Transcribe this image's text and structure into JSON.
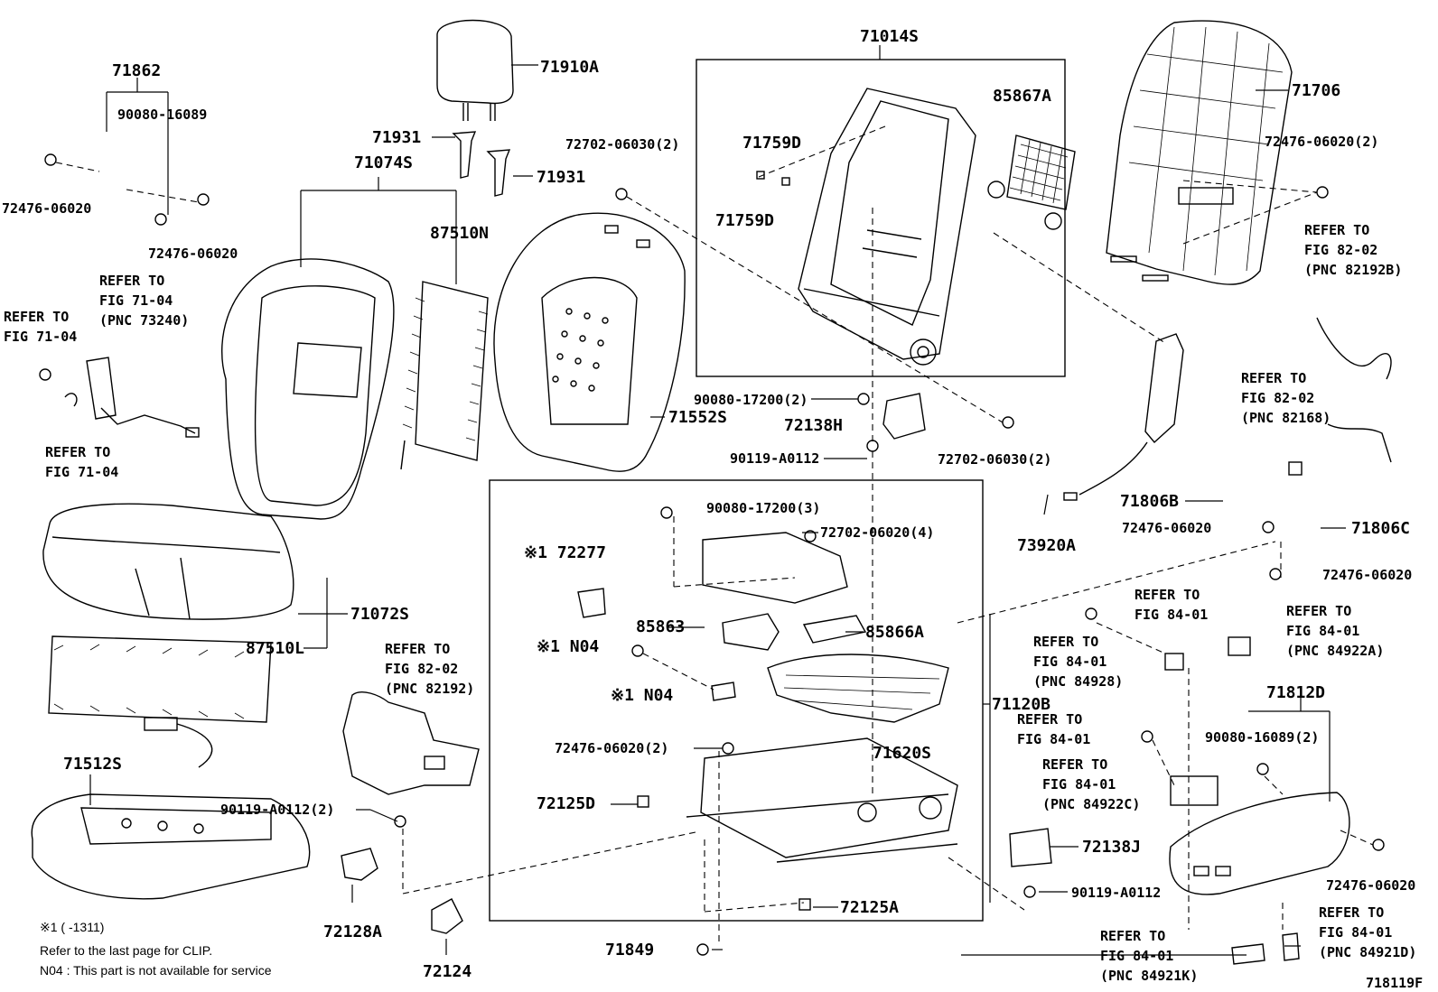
{
  "labels": {
    "p71862": "71862",
    "p90080_16089": "90080-16089",
    "p72476_06020_a": "72476-06020",
    "p72476_06020_b": "72476-06020",
    "p71910a": "71910A",
    "p71931_a": "71931",
    "p71931_b": "71931",
    "p71074s": "71074S",
    "p87510n": "87510N",
    "p72702_06030_2a": "72702-06030(2)",
    "p71014s": "71014S",
    "p85867a": "85867A",
    "p71759d_a": "71759D",
    "p71759d_b": "71759D",
    "p71706": "71706",
    "p72476_06020_2a": "72476-06020(2)",
    "p90080_17200_2": "90080-17200(2)",
    "p72138h": "72138H",
    "p72702_06030_2b": "72702-06030(2)",
    "p90119_a0112_a": "90119-A0112",
    "p71552s": "71552S",
    "p90080_17200_3": "90080-17200(3)",
    "p72702_06020_4": "72702-06020(4)",
    "p72277": "※1 72277",
    "p85863": "85863",
    "p85866a": "85866A",
    "p_n04_a": "※1 N04",
    "p_n04_b": "※1 N04",
    "p71120b": "71120B",
    "p72476_06020_2b": "72476-06020(2)",
    "p71620s": "71620S",
    "p72125d": "72125D",
    "p72125a": "72125A",
    "p71849": "71849",
    "p72124": "72124",
    "p71072s": "71072S",
    "p87510l": "87510L",
    "p71512s": "71512S",
    "p90119_a0112_2": "90119-A0112(2)",
    "p72128a": "72128A",
    "p73920a": "73920A",
    "p71806b": "71806B",
    "p72476_06020_c": "72476-06020",
    "p71806c": "71806C",
    "p72476_06020_d": "72476-06020",
    "p71812d": "71812D",
    "p90080_16089_2": "90080-16089(2)",
    "p72476_06020_e": "72476-06020",
    "p72138j": "72138J",
    "p90119_a0112_b": "90119-A0112"
  },
  "refs": {
    "r_71_04_a": [
      "REFER TO",
      "FIG 71-04",
      "(PNC 73240)"
    ],
    "r_71_04_b": [
      "REFER TO",
      "FIG 71-04"
    ],
    "r_71_04_c": [
      "REFER TO",
      "FIG 71-04"
    ],
    "r_82_02_a": [
      "REFER TO",
      "FIG 82-02",
      "(PNC 82192B)"
    ],
    "r_82_02_b": [
      "REFER TO",
      "FIG 82-02",
      "(PNC 82168)"
    ],
    "r_82_02_c": [
      "REFER TO",
      "FIG 82-02",
      "(PNC 82192)"
    ],
    "r_84_01_a": [
      "REFER TO",
      "FIG 84-01"
    ],
    "r_84_01_b": [
      "REFER TO",
      "FIG 84-01",
      "(PNC 84922A)"
    ],
    "r_84_01_c": [
      "REFER TO",
      "FIG 84-01",
      "(PNC 84928)"
    ],
    "r_84_01_d": [
      "REFER TO",
      "FIG 84-01"
    ],
    "r_84_01_e": [
      "REFER TO",
      "FIG 84-01",
      "(PNC 84922C)"
    ],
    "r_84_01_f": [
      "REFER TO",
      "FIG 84-01",
      "(PNC 84921K)"
    ],
    "r_84_01_g": [
      "REFER TO",
      "FIG 84-01",
      "(PNC 84921D)"
    ]
  },
  "notes": {
    "footnote": "※1 (     -1311)",
    "clip": "Refer to the last page for CLIP.",
    "n04": "N04 : This part is not available for service",
    "figure_id": "718119F"
  }
}
